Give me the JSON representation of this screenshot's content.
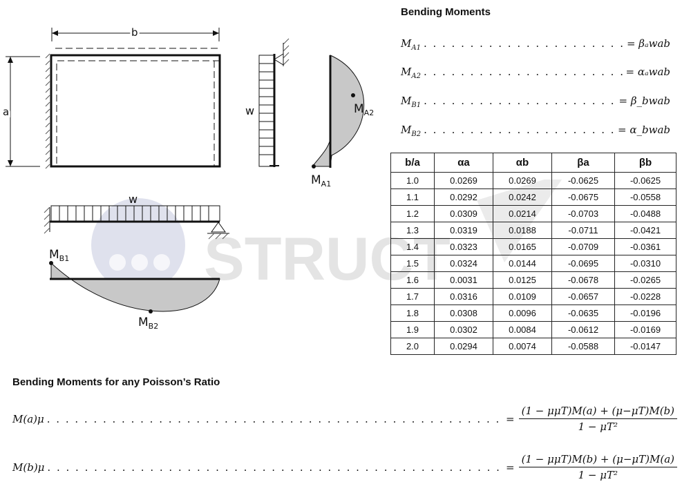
{
  "diagram": {
    "dim_b": "b",
    "dim_a": "a",
    "load_w_side": "w",
    "load_w_bottom": "w",
    "label_MA2": "M",
    "label_MA2_sub": "A2",
    "label_MA1": "M",
    "label_MA1_sub": "A1",
    "label_MB1": "M",
    "label_MB1_sub": "B1",
    "label_MB2": "M",
    "label_MB2_sub": "B2"
  },
  "watermark": {
    "text": "STRUCT"
  },
  "bending_moments": {
    "title": "Bending Moments",
    "equations": [
      {
        "lhs": "M",
        "lhs_sub": "A1",
        "rhs": "= βₐwab"
      },
      {
        "lhs": "M",
        "lhs_sub": "A2",
        "rhs": "= αₐwab"
      },
      {
        "lhs": "M",
        "lhs_sub": "B1",
        "rhs": "= β_bwab"
      },
      {
        "lhs": "M",
        "lhs_sub": "B2",
        "rhs": "= α_bwab"
      }
    ]
  },
  "table": {
    "headers": [
      "b/a",
      "αa",
      "αb",
      "βa",
      "βb"
    ],
    "rows": [
      [
        "1.0",
        "0.0269",
        "0.0269",
        "-0.0625",
        "-0.0625"
      ],
      [
        "1.1",
        "0.0292",
        "0.0242",
        "-0.0675",
        "-0.0558"
      ],
      [
        "1.2",
        "0.0309",
        "0.0214",
        "-0.0703",
        "-0.0488"
      ],
      [
        "1.3",
        "0.0319",
        "0.0188",
        "-0.0711",
        "-0.0421"
      ],
      [
        "1.4",
        "0.0323",
        "0.0165",
        "-0.0709",
        "-0.0361"
      ],
      [
        "1.5",
        "0.0324",
        "0.0144",
        "-0.0695",
        "-0.0310"
      ],
      [
        "1.6",
        "0.0031",
        "0.0125",
        "-0.0678",
        "-0.0265"
      ],
      [
        "1.7",
        "0.0316",
        "0.0109",
        "-0.0657",
        "-0.0228"
      ],
      [
        "1.8",
        "0.0308",
        "0.0096",
        "-0.0635",
        "-0.0196"
      ],
      [
        "1.9",
        "0.0302",
        "0.0084",
        "-0.0612",
        "-0.0169"
      ],
      [
        "2.0",
        "0.0294",
        "0.0074",
        "-0.0588",
        "-0.0147"
      ]
    ]
  },
  "poisson": {
    "title": "Bending Moments for any Poisson’s Ratio",
    "eq1": {
      "lhs": "M(a)μ",
      "num": "(1 − μμT)M(a) + (μ−μT)M(b)",
      "den": "1 − μT²"
    },
    "eq2": {
      "lhs": "M(b)μ",
      "num": "(1 − μμT)M(b) + (μ−μT)M(a)",
      "den": "1 − μT²"
    }
  }
}
